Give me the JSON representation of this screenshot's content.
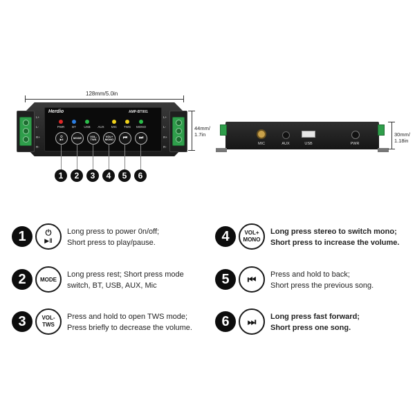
{
  "dimensions": {
    "width": "128mm/5.0in",
    "front_height_mm": "44mm/",
    "front_height_in": "1.7in",
    "side_height_mm": "30mm/",
    "side_height_in": "1.18in"
  },
  "front_panel": {
    "brand": "Herdio",
    "model": "AMP-BT001",
    "channels_left": [
      "L+",
      "L-",
      "R+",
      "R-"
    ],
    "channels_right": [
      "L+",
      "L-",
      "R+",
      "R-"
    ],
    "indicators": [
      {
        "label": "PWR",
        "color": "#e02828"
      },
      {
        "label": "BT",
        "color": "#2a7de1"
      },
      {
        "label": "USB",
        "color": "#2bbd4a"
      },
      {
        "label": "AUX",
        "color": "#0b0b0b"
      },
      {
        "label": "MIC",
        "color": "#f0d21a"
      },
      {
        "label": "TWS",
        "color": "#f0d21a"
      },
      {
        "label": "MONO",
        "color": "#2bbd4a"
      }
    ],
    "buttons": [
      {
        "number": "1",
        "label": "⏻\n▶‖"
      },
      {
        "number": "2",
        "label": "MODE"
      },
      {
        "number": "3",
        "label": "VOL-\nTWS"
      },
      {
        "number": "4",
        "label": "VOL+\nMONO"
      },
      {
        "number": "5",
        "label": "⏮"
      },
      {
        "number": "6",
        "label": "⏭"
      }
    ]
  },
  "side_panel": {
    "ports": [
      "MIC",
      "AUX",
      "USB",
      "PWR"
    ]
  },
  "legend": [
    {
      "number": "1",
      "icon_top": "⏻",
      "icon_bottom": "▶‖",
      "line1": "Long press to power 0n/off;",
      "line2": "Short press to play/pause."
    },
    {
      "number": "2",
      "icon_top": "MODE",
      "icon_bottom": "",
      "line1": "Long press rest; Short press mode",
      "line2": "switch, BT, USB, AUX, Mic"
    },
    {
      "number": "3",
      "icon_top": "VOL-",
      "icon_bottom": "TWS",
      "line1": "Press and hold to open TWS mode;",
      "line2": "Press briefly to decrease the volume."
    },
    {
      "number": "4",
      "icon_top": "VOL+",
      "icon_bottom": "MONO",
      "line1": "Long press stereo to switch mono;",
      "line2": "Short press to increase the volume."
    },
    {
      "number": "5",
      "icon_top": "⏮",
      "icon_bottom": "",
      "line1": "Press and hold to back;",
      "line2": "Short press the previous song."
    },
    {
      "number": "6",
      "icon_top": "⏭",
      "icon_bottom": "",
      "line1": "Long press fast forward;",
      "line2": "Short press one song."
    }
  ]
}
